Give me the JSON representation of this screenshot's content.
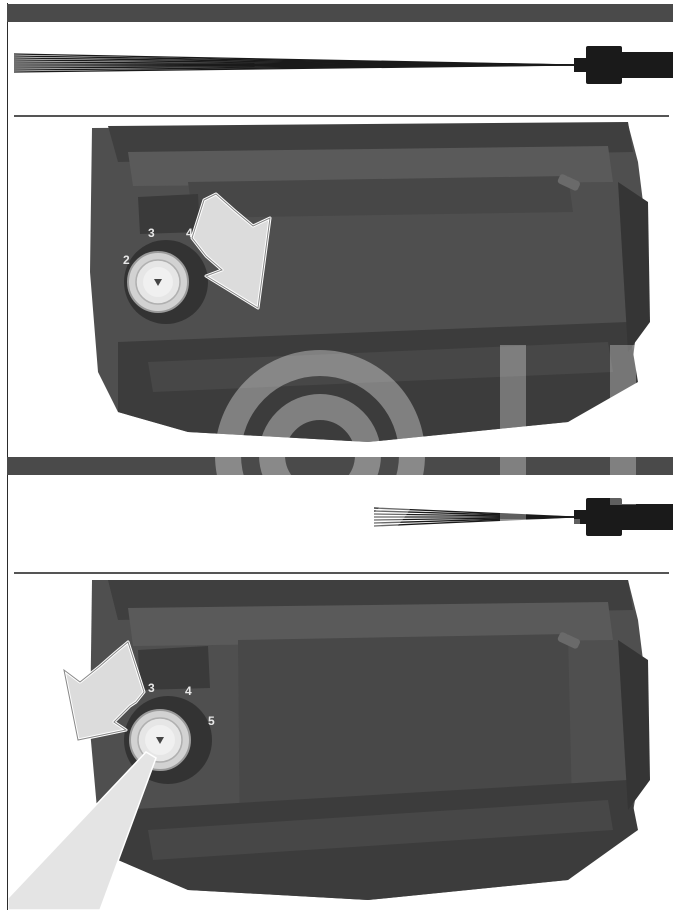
{
  "figure_1": {
    "spray_pattern": "wide-fan",
    "dial_labels": [
      "2",
      "3",
      "4"
    ],
    "rotation_arrow": "clockwise"
  },
  "figure_2": {
    "spray_pattern": "narrow-jet",
    "dial_labels": [
      "3",
      "4",
      "5"
    ],
    "rotation_arrow": "counter-clockwise"
  },
  "colors": {
    "header_bar": "#4a4a4a",
    "machine_body": "#4f4f4f",
    "arrow_fill": "#dcdcdc",
    "nozzle": "#1a1a1a",
    "watermark": "#eeeeee"
  }
}
